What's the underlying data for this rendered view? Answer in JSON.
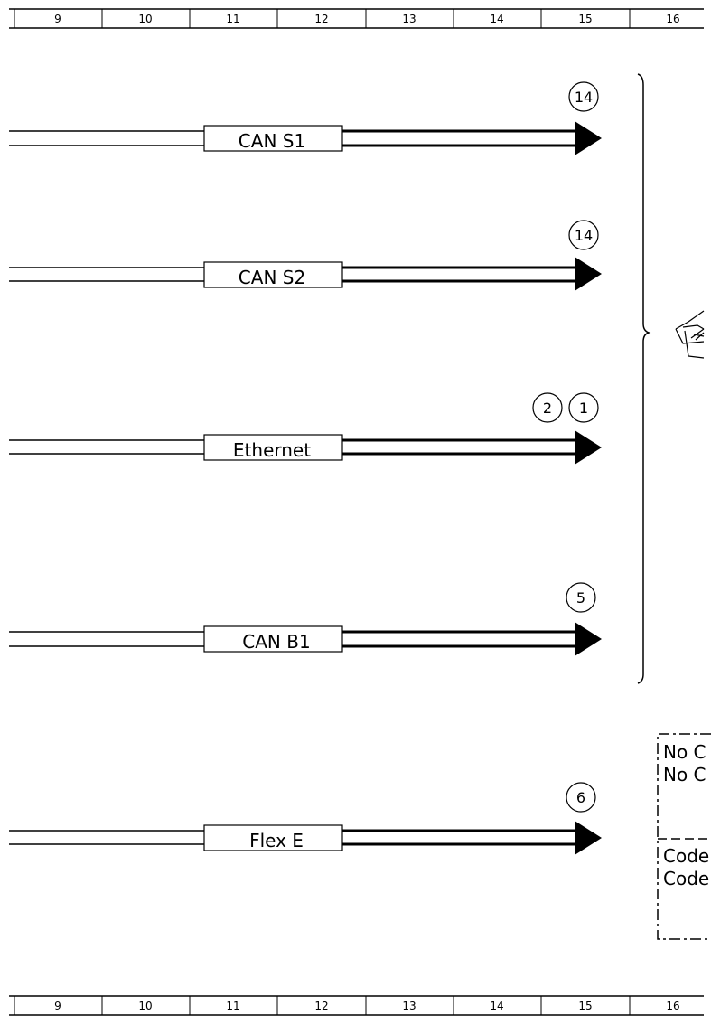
{
  "ruler": {
    "columns": [
      "9",
      "10",
      "11",
      "12",
      "13",
      "14",
      "15",
      "16"
    ]
  },
  "buses": [
    {
      "label": "CAN S1",
      "markers": [
        "14"
      ]
    },
    {
      "label": "CAN S2",
      "markers": [
        "14"
      ]
    },
    {
      "label": "Ethernet",
      "markers": [
        "2",
        "1"
      ]
    },
    {
      "label": "CAN B1",
      "markers": [
        "5"
      ]
    },
    {
      "label": "Flex E",
      "markers": [
        "6"
      ]
    }
  ],
  "notes": {
    "top": [
      "No C",
      "No C"
    ],
    "bottom": [
      "Code",
      "Code"
    ]
  },
  "colors": {
    "line": "#000000",
    "background": "#ffffff"
  }
}
